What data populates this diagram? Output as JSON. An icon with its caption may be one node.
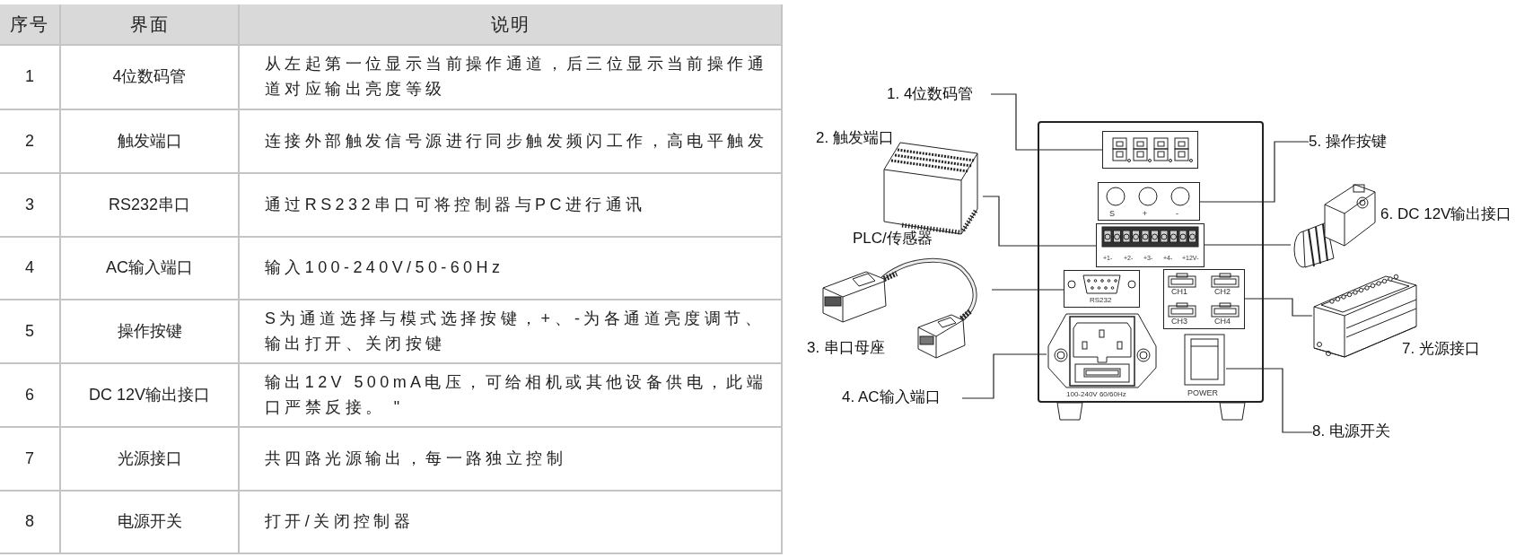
{
  "diagram": {
    "nodes": [
      {
        "text": [],
        "shape": "box"
      },
      {
        "text": [],
        "shape": "picture",
        "in": 0
      },
      {
        "text": [
          "S",
          "+",
          "-"
        ],
        "in": 0
      },
      {
        "text": [
          "+1-",
          "+2-",
          "+3-",
          "+4-",
          "+12V-"
        ],
        "in": 0
      },
      {
        "text": [
          "RS232"
        ],
        "in": 0
      },
      {
        "text": [
          "CH1",
          "CH2",
          "CH3",
          "CH4"
        ],
        "in": 0
      },
      {
        "text": [
          "100-240V 60/60Hz"
        ],
        "in": 0
      },
      {
        "text": [
          "POWER"
        ],
        "in": 0
      },
      {
        "text": [
          "1. 4位数码管"
        ]
      },
      {
        "text": [
          "5. 操作按键"
        ]
      },
      {
        "text": [
          "2. 触发端口",
          "PLC/传感器"
        ]
      },
      {
        "text": [
          "3. 串口母座"
        ]
      },
      {
        "text": [
          "4. AC输入端口"
        ]
      },
      {
        "text": [
          "6. DC 12V输出接口"
        ]
      },
      {
        "text": [
          "7. 光源接口"
        ]
      },
      {
        "text": [
          "8. 电源开关"
        ]
      }
    ],
    "edges": [
      {
        "from": 8,
        "to": 1,
        "arrow": "none"
      },
      {
        "from": 9,
        "to": 2,
        "arrow": "none"
      },
      {
        "from": 10,
        "to": 3,
        "arrow": "none"
      },
      {
        "from": 11,
        "to": 4,
        "arrow": "none"
      },
      {
        "from": 12,
        "to": 6,
        "arrow": "none"
      },
      {
        "from": 13,
        "to": 3,
        "arrow": "none"
      },
      {
        "from": 14,
        "to": 5,
        "arrow": "none"
      },
      {
        "from": 15,
        "to": 7,
        "arrow": "none"
      }
    ],
    "labels": [
      "序号",
      "界面",
      "说明",
      "1",
      "4位数码管",
      "从左起第一位显示当前操作通道，后三位显示当前操作通道对应输出亮度等级",
      "2",
      "触发端口",
      "连接外部触发信号源进行同步触发频闪工作，高电平触发",
      "3",
      "RS232串口",
      "通过RS232串口可将控制器与PC进行通讯",
      "4",
      "AC输入端口",
      "输入100-240V/50-60Hz",
      "5",
      "操作按键",
      "S为通道选择与模式选择按键，+、-为各通道亮度调节、输出打开、关闭按键",
      "6",
      "DC 12V输出接口",
      "输出12V 500mA电压，可给相机或其他设备供电，此端口严禁反接。 \"",
      "7",
      "光源接口",
      "共四路光源输出，每一路独立控制",
      "8",
      "电源开关",
      "打开/关闭控制器"
    ]
  }
}
